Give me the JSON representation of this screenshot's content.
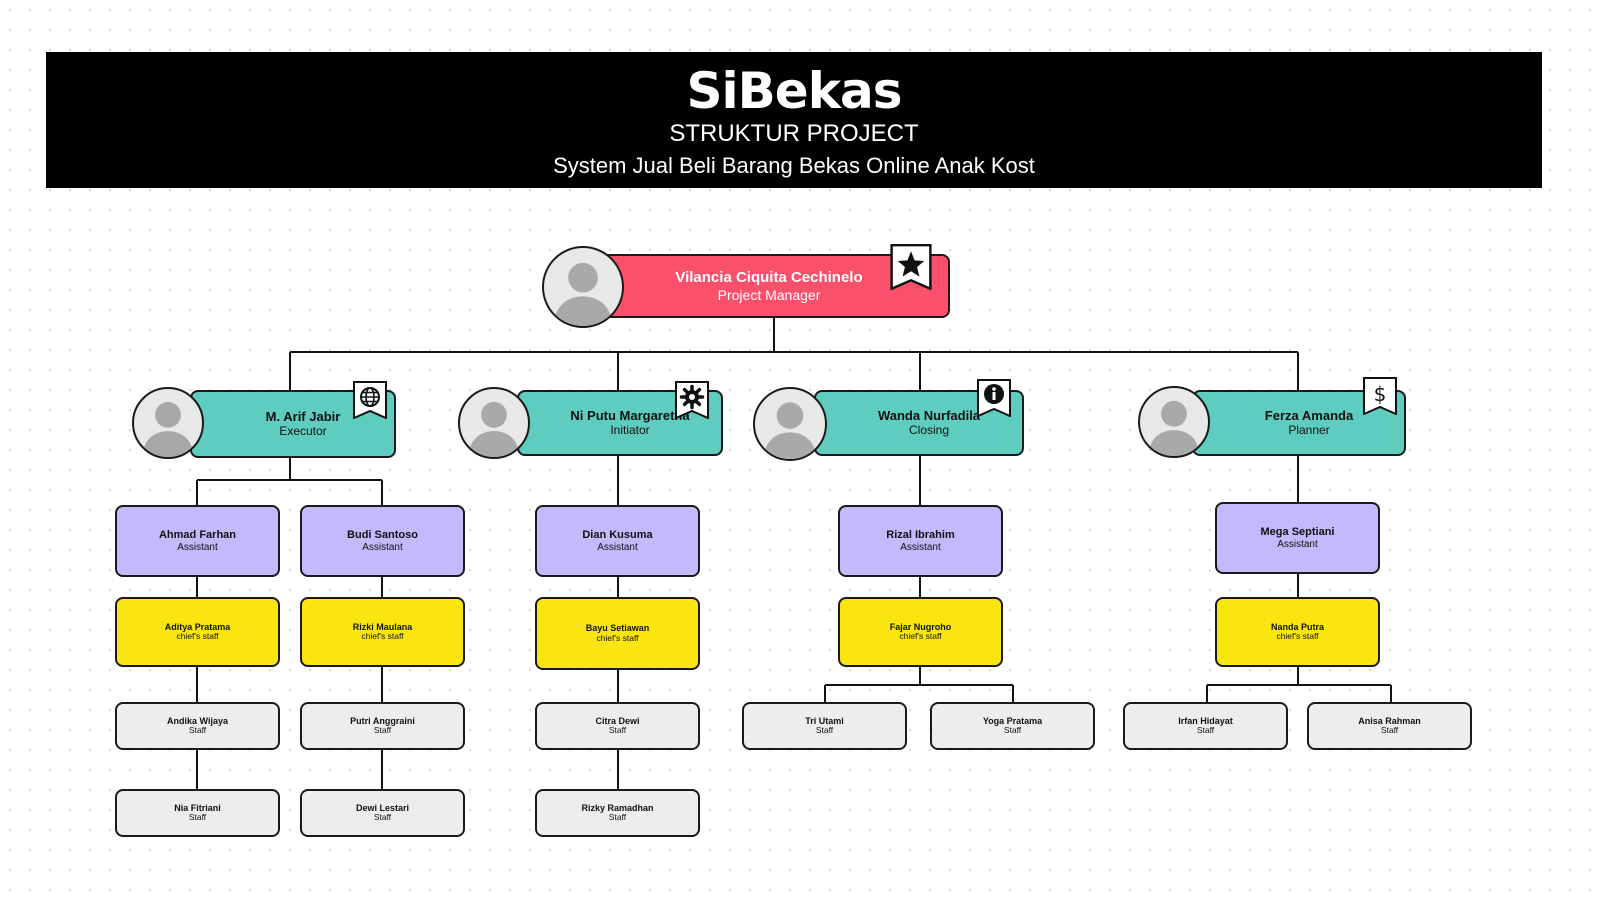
{
  "header": {
    "title": "SiBekas",
    "subtitle": "STRUKTUR PROJECT",
    "description": "System Jual Beli Barang Bekas Online Anak Kost"
  },
  "colors": {
    "manager": "#fb506b",
    "lead": "#5ecdbf",
    "assistant": "#c5b8fd",
    "chief_staff": "#fbe511",
    "staff": "#ededed"
  },
  "manager": {
    "name": "Vilancia Ciquita Cechinelo",
    "role": "Project Manager",
    "icon": "star-icon"
  },
  "leads": [
    {
      "name": "M. Arif Jabir",
      "role": "Executor",
      "icon": "globe-icon",
      "branches": [
        {
          "assistant": {
            "name": "Ahmad Farhan",
            "role": "Assistant"
          },
          "chief": {
            "name": "Aditya Pratama",
            "role": "chief's staff"
          },
          "staff": [
            {
              "name": "Andika Wijaya",
              "role": "Staff"
            },
            {
              "name": "Nia Fitriani",
              "role": "Staff"
            }
          ]
        },
        {
          "assistant": {
            "name": "Budi Santoso",
            "role": "Assistant"
          },
          "chief": {
            "name": "Rizki Maulana",
            "role": "chief's staff"
          },
          "staff": [
            {
              "name": "Putri Anggraini",
              "role": "Staff"
            },
            {
              "name": "Dewi Lestari",
              "role": "Staff"
            }
          ]
        }
      ]
    },
    {
      "name": "Ni Putu Margaretha",
      "role": "Initiator",
      "icon": "gear-icon",
      "branches": [
        {
          "assistant": {
            "name": "Dian Kusuma",
            "role": "Assistant"
          },
          "chief": {
            "name": "Bayu Setiawan",
            "role": "chief's staff"
          },
          "staff": [
            {
              "name": "Citra Dewi",
              "role": "Staff"
            },
            {
              "name": "Rizky Ramadhan",
              "role": "Staff"
            }
          ]
        }
      ]
    },
    {
      "name": "Wanda Nurfadila",
      "role": "Closing",
      "icon": "info-icon",
      "branches": [
        {
          "assistant": {
            "name": "Rizal Ibrahim",
            "role": "Assistant"
          },
          "chief": {
            "name": "Fajar Nugroho",
            "role": "chief's staff"
          },
          "staff": [
            {
              "name": "Tri Utami",
              "role": "Staff"
            },
            {
              "name": "Yoga Pratama",
              "role": "Staff"
            }
          ]
        }
      ]
    },
    {
      "name": "Ferza Amanda",
      "role": "Planner",
      "icon": "dollar-icon",
      "branches": [
        {
          "assistant": {
            "name": "Mega Septiani",
            "role": "Assistant"
          },
          "chief": {
            "name": "Nanda Putra",
            "role": "chief's staff"
          },
          "staff": [
            {
              "name": "Irfan Hidayat",
              "role": "Staff"
            },
            {
              "name": "Anisa Rahman",
              "role": "Staff"
            }
          ]
        }
      ]
    }
  ]
}
